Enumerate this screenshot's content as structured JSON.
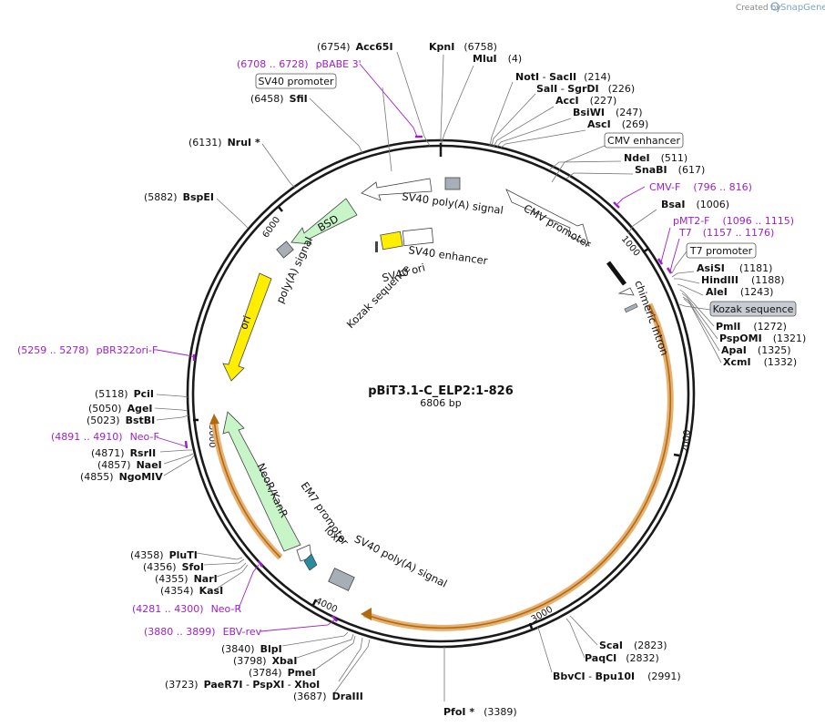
{
  "credit": {
    "prefix": "Created by",
    "brand": "SnapGene"
  },
  "plasmid": {
    "name": "pBiT3.1-C_ELP2:1-826",
    "size": "6806 bp"
  },
  "ticks": [
    "1000",
    "2000",
    "3000",
    "4000",
    "5000",
    "6000"
  ],
  "sites": [
    {
      "id": "acc65i",
      "name": "Acc65I",
      "pos": "(6754)"
    },
    {
      "id": "kpni",
      "name": "KpnI",
      "pos": "(6758)"
    },
    {
      "id": "mlui",
      "name": "MluI",
      "pos": "(4)"
    },
    {
      "id": "noti",
      "name": "NotI",
      "sep": " - ",
      "name2": "SacII",
      "pos": "(214)"
    },
    {
      "id": "sali",
      "name": "SalI",
      "sep": " - ",
      "name2": "SgrDI",
      "pos": "(226)"
    },
    {
      "id": "acci",
      "name": "AccI",
      "pos": "(227)"
    },
    {
      "id": "bsiwi",
      "name": "BsiWI",
      "pos": "(247)"
    },
    {
      "id": "asci",
      "name": "AscI",
      "pos": "(269)"
    },
    {
      "id": "ndei",
      "name": "NdeI",
      "pos": "(511)"
    },
    {
      "id": "snabi",
      "name": "SnaBI",
      "pos": "(617)"
    },
    {
      "id": "bsai",
      "name": "BsaI",
      "pos": "(1006)"
    },
    {
      "id": "asisi",
      "name": "AsiSI",
      "pos": "(1181)"
    },
    {
      "id": "hindiii",
      "name": "HindIII",
      "pos": "(1188)"
    },
    {
      "id": "alei",
      "name": "AleI",
      "pos": "(1243)"
    },
    {
      "id": "pmli",
      "name": "PmlI",
      "pos": "(1272)"
    },
    {
      "id": "pspomi",
      "name": "PspOMI",
      "pos": "(1321)"
    },
    {
      "id": "apai",
      "name": "ApaI",
      "pos": "(1325)"
    },
    {
      "id": "xcmi",
      "name": "XcmI",
      "pos": "(1332)"
    },
    {
      "id": "scai",
      "name": "ScaI",
      "pos": "(2823)"
    },
    {
      "id": "paqci",
      "name": "PaqCI",
      "pos": "(2832)"
    },
    {
      "id": "bbvci",
      "name": "BbvCI",
      "sep": " - ",
      "name2": "Bpu10I",
      "pos": "(2991)"
    },
    {
      "id": "pfoi",
      "name": "PfoI *",
      "pos": "(3389)"
    },
    {
      "id": "drai",
      "name": "DraIII",
      "pos": "(3687)"
    },
    {
      "id": "paer7i",
      "name": "PaeR7I",
      "sep": " - ",
      "name2": "PspXI",
      "sep2": " - ",
      "name3": "XhoI",
      "pos": "(3723)"
    },
    {
      "id": "pmei",
      "name": "PmeI",
      "pos": "(3784)"
    },
    {
      "id": "xbai",
      "name": "XbaI",
      "pos": "(3798)"
    },
    {
      "id": "blpi",
      "name": "BlpI",
      "pos": "(3840)"
    },
    {
      "id": "kasi",
      "name": "KasI",
      "pos": "(4354)"
    },
    {
      "id": "nari",
      "name": "NarI",
      "pos": "(4355)"
    },
    {
      "id": "sfoi",
      "name": "SfoI",
      "pos": "(4356)"
    },
    {
      "id": "pluti",
      "name": "PluTI",
      "pos": "(4358)"
    },
    {
      "id": "ngomiv",
      "name": "NgoMIV",
      "pos": "(4855)"
    },
    {
      "id": "naei",
      "name": "NaeI",
      "pos": "(4857)"
    },
    {
      "id": "rsrii",
      "name": "RsrII",
      "pos": "(4871)"
    },
    {
      "id": "bstbi",
      "name": "BstBI",
      "pos": "(5023)"
    },
    {
      "id": "agei",
      "name": "AgeI",
      "pos": "(5050)"
    },
    {
      "id": "pcii",
      "name": "PciI",
      "pos": "(5118)"
    },
    {
      "id": "bspei",
      "name": "BspEI",
      "pos": "(5882)"
    },
    {
      "id": "nrui",
      "name": "NruI *",
      "pos": "(6131)"
    },
    {
      "id": "sfii",
      "name": "SfiI",
      "pos": "(6458)"
    }
  ],
  "primers": [
    {
      "id": "pbabe3",
      "range": "(6708 .. 6728)",
      "name": "pBABE 3'"
    },
    {
      "id": "cmvf",
      "range": "(796 .. 816)",
      "name": "CMV-F"
    },
    {
      "id": "pmt2f",
      "range": "(1096 .. 1115)",
      "name": "pMT2-F"
    },
    {
      "id": "t7",
      "range": "(1157 .. 1176)",
      "name": "T7"
    },
    {
      "id": "pbr322",
      "range": "(5259 .. 5278)",
      "name": "pBR322ori-F"
    },
    {
      "id": "neof",
      "range": "(4891 .. 4910)",
      "name": "Neo-F"
    },
    {
      "id": "neor",
      "range": "(4281 .. 4300)",
      "name": "Neo-R"
    },
    {
      "id": "ebvrev",
      "range": "(3880 .. 3899)",
      "name": "EBV-rev"
    }
  ],
  "boxed_features": [
    {
      "id": "sv40promoter",
      "name": "SV40 promoter"
    },
    {
      "id": "cmvenhancer",
      "name": "CMV enhancer"
    },
    {
      "id": "t7promoter",
      "name": "T7 promoter"
    },
    {
      "id": "kozak",
      "name": "Kozak sequence"
    }
  ],
  "features": {
    "sv40polya_top": "SV40 poly(A) signal",
    "cmv_promoter": "CMV promoter",
    "chimeric_intron": "chimeric intron",
    "bsd": "BSD",
    "polya_signal": "poly(A) signal",
    "ori": "ori",
    "kozak_inner": "Kozak sequence",
    "sv40_ori": "SV40 ori",
    "sv40_enhancer": "SV40 enhancer",
    "neor_kanr": "NeoR/KanR",
    "em7_promoter": "EM7 promoter",
    "loxp": "loxP",
    "sv40polya_bottom": "SV40 poly(A) signal"
  },
  "colors": {
    "backbone": "#1a1a1a",
    "primer": "#a020c8",
    "orf_orange": "#e8b070",
    "ori_yellow": "#ffee00",
    "marker_green": "#c8f5c8",
    "gray_feature": "#a8aeb6",
    "loxp_teal": "#2a8aa0"
  }
}
